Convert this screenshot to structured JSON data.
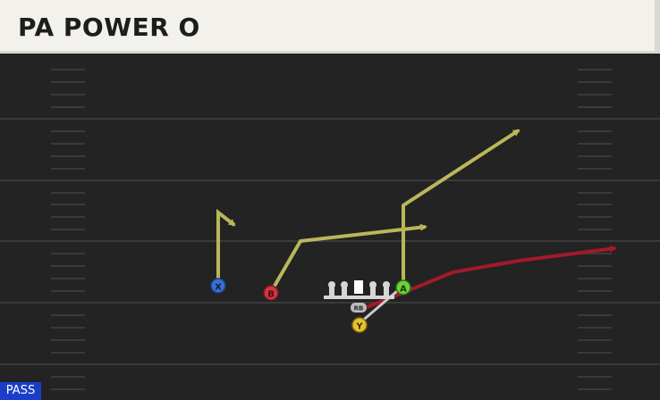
{
  "play": {
    "title": "PA POWER O",
    "type_badge": "PASS"
  },
  "players": {
    "x": "X",
    "b": "B",
    "a": "A",
    "y": "Y",
    "rb": "RB"
  },
  "colors": {
    "route_pass": "#b9b75a",
    "route_run": "#a3192c",
    "route_block": "#c9c9c9",
    "player_x": "#3b6fd1",
    "player_b": "#d4343f",
    "player_a": "#6fd03b",
    "player_y": "#e8c233",
    "badge": "#1a3ec8"
  }
}
